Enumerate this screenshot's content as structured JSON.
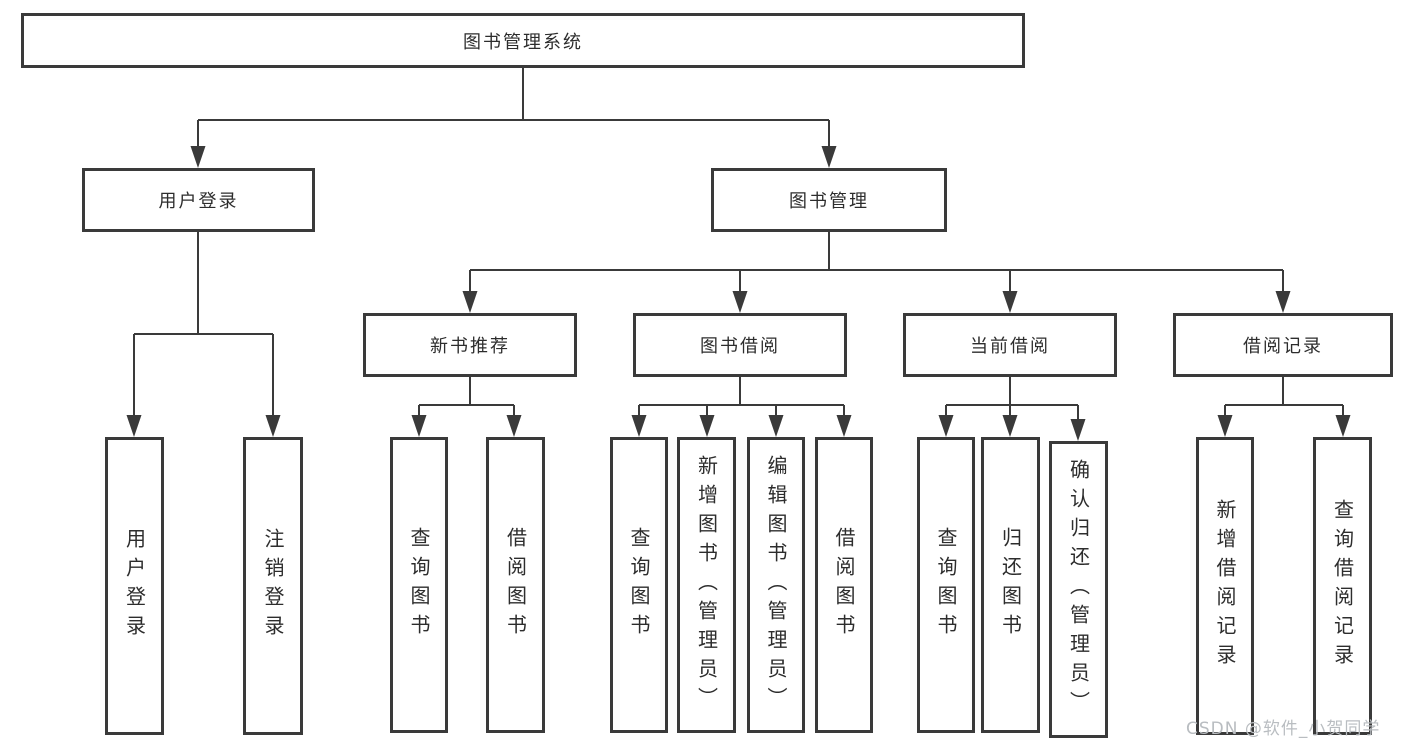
{
  "diagram": {
    "title": "图书管理系统",
    "level2": {
      "user_login": "用户登录",
      "book_mgmt": "图书管理"
    },
    "level3": {
      "new_books": "新书推荐",
      "book_borrow": "图书借阅",
      "current_borrow": "当前借阅",
      "borrow_records": "借阅记录"
    },
    "leaves": {
      "user_login": [
        "用户登录",
        "注销登录"
      ],
      "new_books": [
        "查询图书",
        "借阅图书"
      ],
      "book_borrow": [
        "查询图书",
        "新增图书（管理员）",
        "编辑图书（管理员）",
        "借阅图书"
      ],
      "current_borrow": [
        "查询图书",
        "归还图书",
        "确认归还（管理员）"
      ],
      "borrow_records": [
        "新增借阅记录",
        "查询借阅记录"
      ]
    },
    "colors": {
      "line": "#3a3a3a",
      "text": "#2d2d2d",
      "background": "#ffffff",
      "watermark": "#b9bdc1"
    }
  },
  "watermark": "CSDN @软件_小贺同学"
}
